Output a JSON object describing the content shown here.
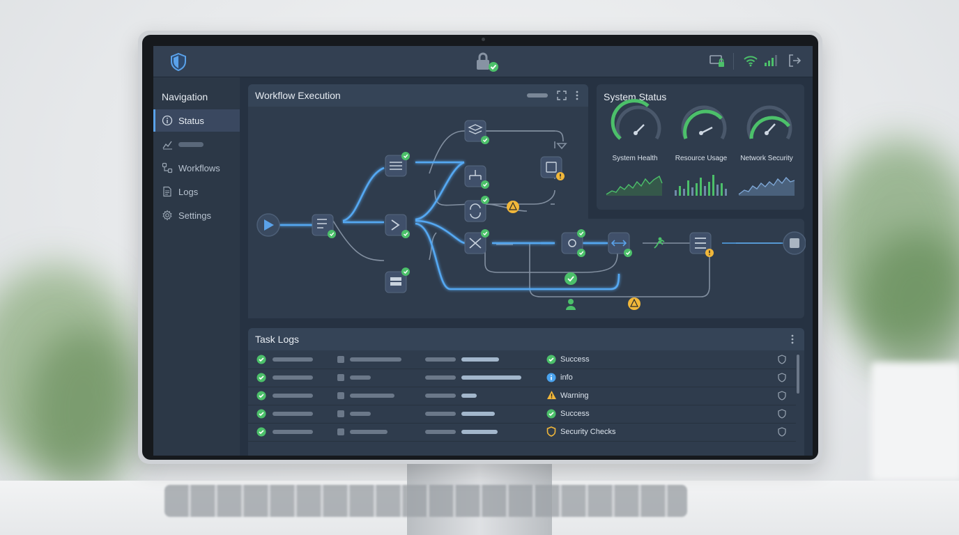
{
  "nav": {
    "title": "Navigation",
    "items": [
      {
        "label": "Status",
        "icon": "info-icon",
        "active": true
      },
      {
        "label": "",
        "icon": "chart-icon",
        "active": false
      },
      {
        "label": "Workflows",
        "icon": "workflow-icon",
        "active": false
      },
      {
        "label": "Logs",
        "icon": "document-icon",
        "active": false
      },
      {
        "label": "Settings",
        "icon": "gear-icon",
        "active": false
      }
    ]
  },
  "workflow": {
    "title": "Workflow Execution"
  },
  "status": {
    "title": "System Status",
    "gauges": [
      {
        "label": "System Health",
        "level": 0.55
      },
      {
        "label": "Resource Usage",
        "level": 0.7
      },
      {
        "label": "Network Security",
        "level": 0.8
      }
    ]
  },
  "logs": {
    "title": "Task Logs",
    "rows": [
      {
        "status": "Success",
        "status_icon": "check-icon"
      },
      {
        "status": "info",
        "status_icon": "info-icon"
      },
      {
        "status": "Warning",
        "status_icon": "warning-icon"
      },
      {
        "status": "Success",
        "status_icon": "check-icon"
      },
      {
        "status": "Security Checks",
        "status_icon": "shield-icon"
      }
    ]
  },
  "colors": {
    "accent": "#5aa2ea",
    "success": "#4cc06a",
    "warning": "#f1b73a",
    "info": "#4aa3ee"
  }
}
